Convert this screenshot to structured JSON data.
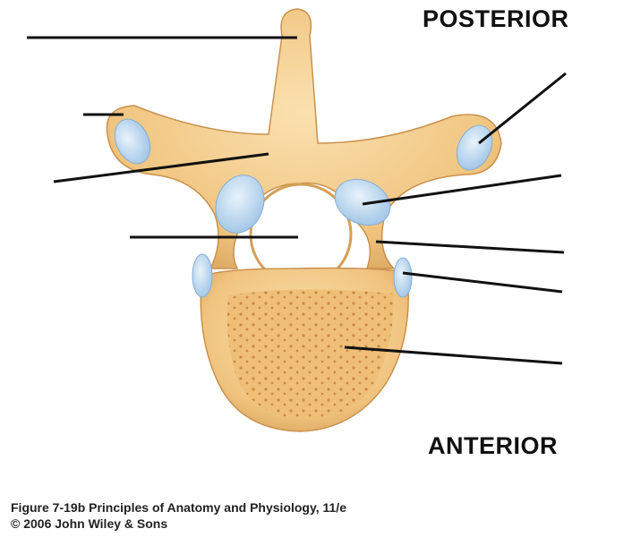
{
  "labels": {
    "posterior": "POSTERIOR",
    "anterior": "ANTERIOR"
  },
  "caption": {
    "line1": "Figure 7-19b  Principles of Anatomy and Physiology, 11/e",
    "line2": "© 2006 John Wiley & Sons"
  },
  "colors": {
    "bone": "#f2c98a",
    "bone_shadow": "#d9a45c",
    "cartilage": "#bcd8f0",
    "line": "#111111"
  }
}
